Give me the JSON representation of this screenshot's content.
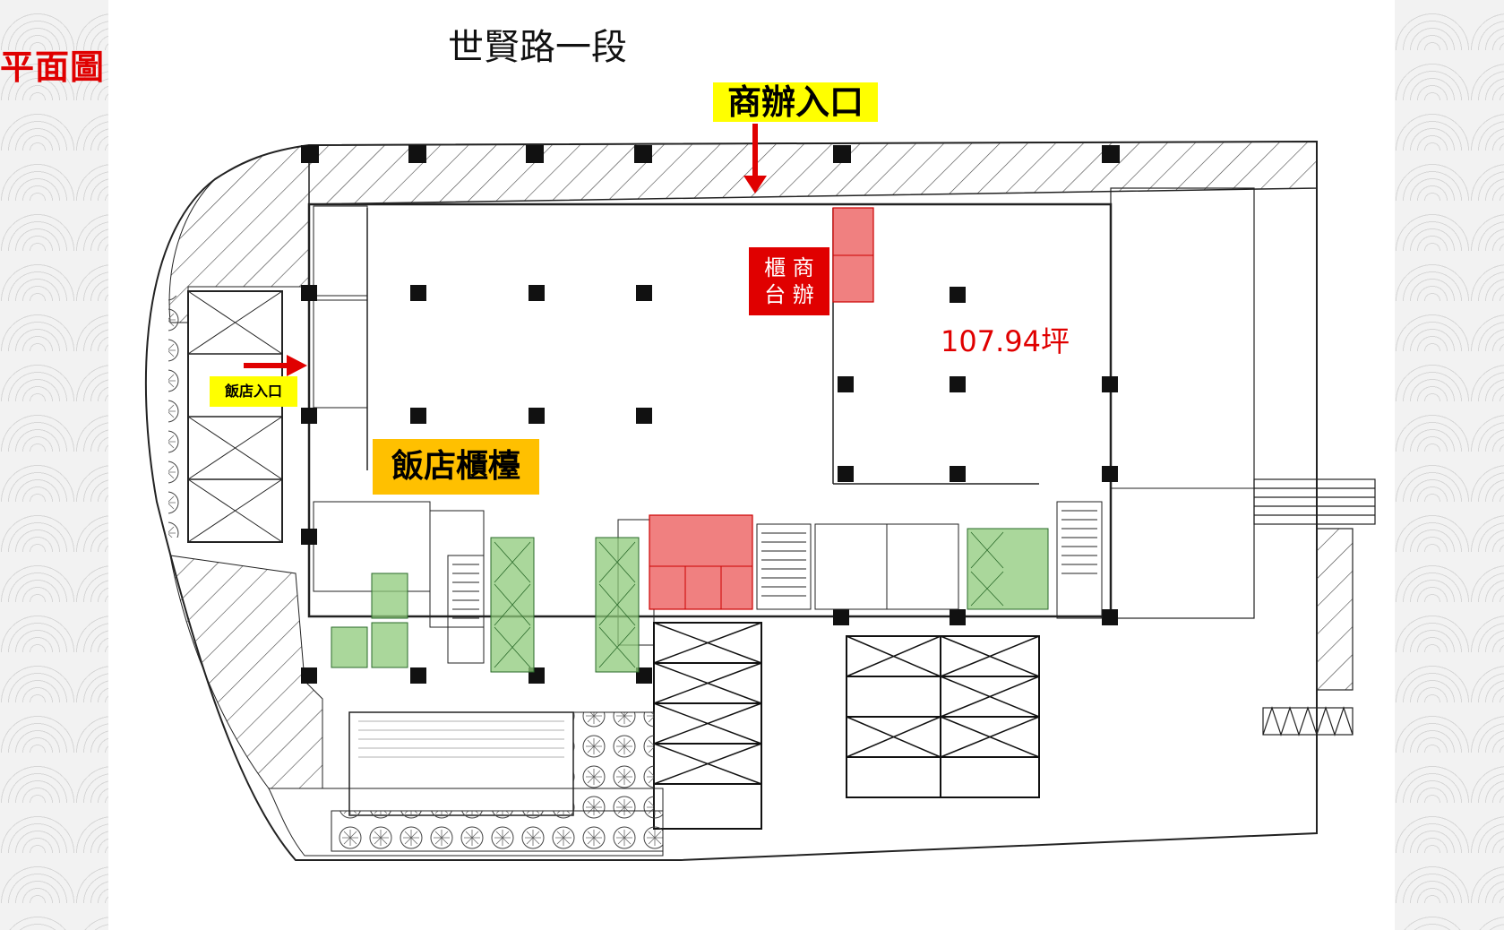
{
  "page_title": "平面圖",
  "road_label": "世賢路一段",
  "tags": {
    "office_entrance": "商辦入口",
    "hotel_entrance": "飯店入口",
    "hotel_counter": "飯店櫃檯",
    "office_counter_line1": "櫃 商",
    "office_counter_line2": "台 辦"
  },
  "shop_area": "107.94坪",
  "colors": {
    "title_red": "#e00000",
    "highlight_yellow": "#ffff00",
    "highlight_orange": "#ffc000",
    "zone_green": "#8ec97a",
    "zone_red": "#f08080"
  }
}
